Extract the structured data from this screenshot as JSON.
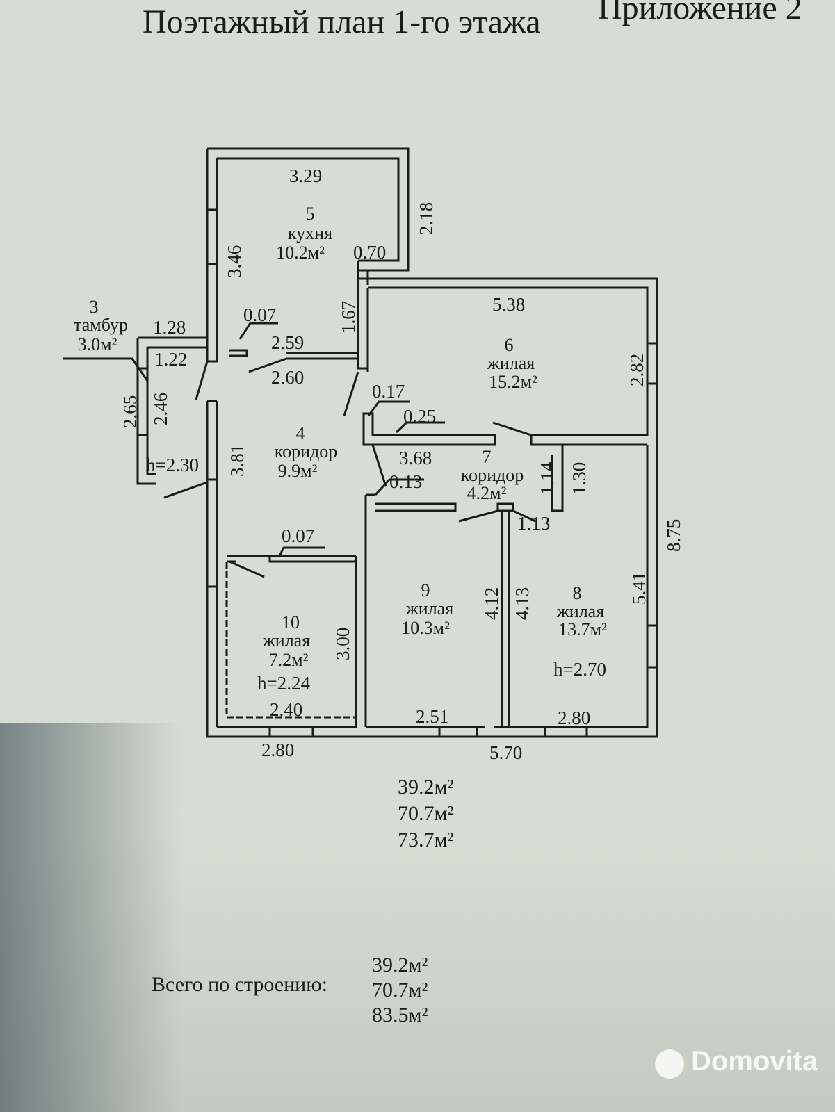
{
  "header": {
    "title": "Поэтажный план 1-го этажа",
    "appendix": "Приложение 2"
  },
  "rooms": [
    {
      "number": "5",
      "name": "кухня",
      "area": "10.2м²"
    },
    {
      "number": "3",
      "name": "тамбур",
      "area": "3.0м²"
    },
    {
      "number": "6",
      "name": "жилая",
      "area": "15.2м²"
    },
    {
      "number": "4",
      "name": "коридор",
      "area": "9.9м²"
    },
    {
      "number": "7",
      "name": "коридор",
      "area": "4.2м²"
    },
    {
      "number": "9",
      "name": "жилая",
      "area": "10.3м²"
    },
    {
      "number": "8",
      "name": "жилая",
      "area": "13.7м²"
    },
    {
      "number": "10",
      "name": "жилая",
      "area": "7.2м²"
    }
  ],
  "heights": {
    "tambur": "h=2.30",
    "room10": "h=2.24",
    "room8": "h=2.70"
  },
  "dimensions": {
    "d329": "3.29",
    "d218": "2.18",
    "d346": "3.46",
    "d070": "0.70",
    "d538": "5.38",
    "d167": "1.67",
    "d007a": "0.07",
    "d259": "2.59",
    "d128": "1.28",
    "d122": "1.22",
    "d260": "2.60",
    "d282": "2.82",
    "d265": "2.65",
    "d246": "2.46",
    "d017": "0.17",
    "d025": "0.25",
    "d381": "3.81",
    "d368": "3.68",
    "d114": "1.14",
    "d130": "1.30",
    "d013": "0.13",
    "d113": "1.13",
    "d875": "8.75",
    "d007b": "0.07",
    "d541": "5.41",
    "d412": "4.12",
    "d413": "4.13",
    "d300": "3.00",
    "d240": "2.40",
    "d251": "2.51",
    "d280a": "2.80",
    "d280b": "2.80",
    "d570": "5.70"
  },
  "floor_totals": [
    "39.2м²",
    "70.7м²",
    "73.7м²"
  ],
  "building_totals": {
    "label": "Всего по строению:",
    "values": [
      "39.2м²",
      "70.7м²",
      "83.5м²"
    ]
  },
  "watermark": "Domovita"
}
